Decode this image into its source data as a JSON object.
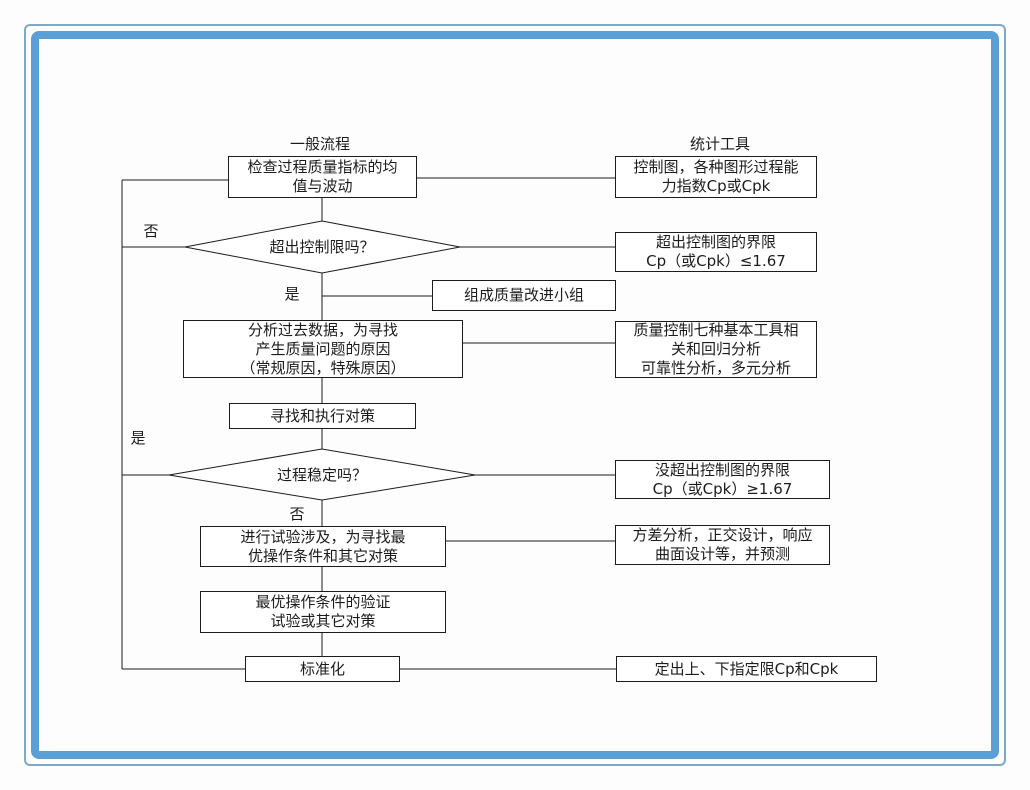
{
  "frame": {
    "outer_border_color": "#7fa8c6",
    "inner_border_color": "#5aa0d6",
    "line_color": "#1c1c1c"
  },
  "headers": {
    "left": "一般流程",
    "right": "统计工具"
  },
  "labels": {
    "decision1_no": "否",
    "decision1_yes": "是",
    "decision2_yes": "是",
    "decision2_no": "否"
  },
  "process": {
    "check": "检查过程质量指标的均\n值与波动",
    "decision1": "超出控制限吗？",
    "team": "组成质量改进小组",
    "analyze": "分析过去数据，为寻找\n产生质量问题的原因\n（常规原因，特殊原因）",
    "execute": "寻找和执行对策",
    "decision2": "过程稳定吗？",
    "experiment": "进行试验涉及，为寻找最\n优操作条件和其它对策",
    "verify": "最优操作条件的验证\n试验或其它对策",
    "standardize": "标准化"
  },
  "tools": {
    "t1": "控制图，各种图形过程能\n力指数Cp或Cpk",
    "t2": "超出控制图的界限\nCp（或Cpk）≤1.67",
    "t3": "质量控制七种基本工具相\n关和回归分析\n可靠性分析，多元分析",
    "t4": "没超出控制图的界限\nCp（或Cpk）≥1.67",
    "t5": "方差分析，正交设计，响应\n曲面设计等，并预测",
    "t6": "定出上、下指定限Cp和Cpk"
  }
}
